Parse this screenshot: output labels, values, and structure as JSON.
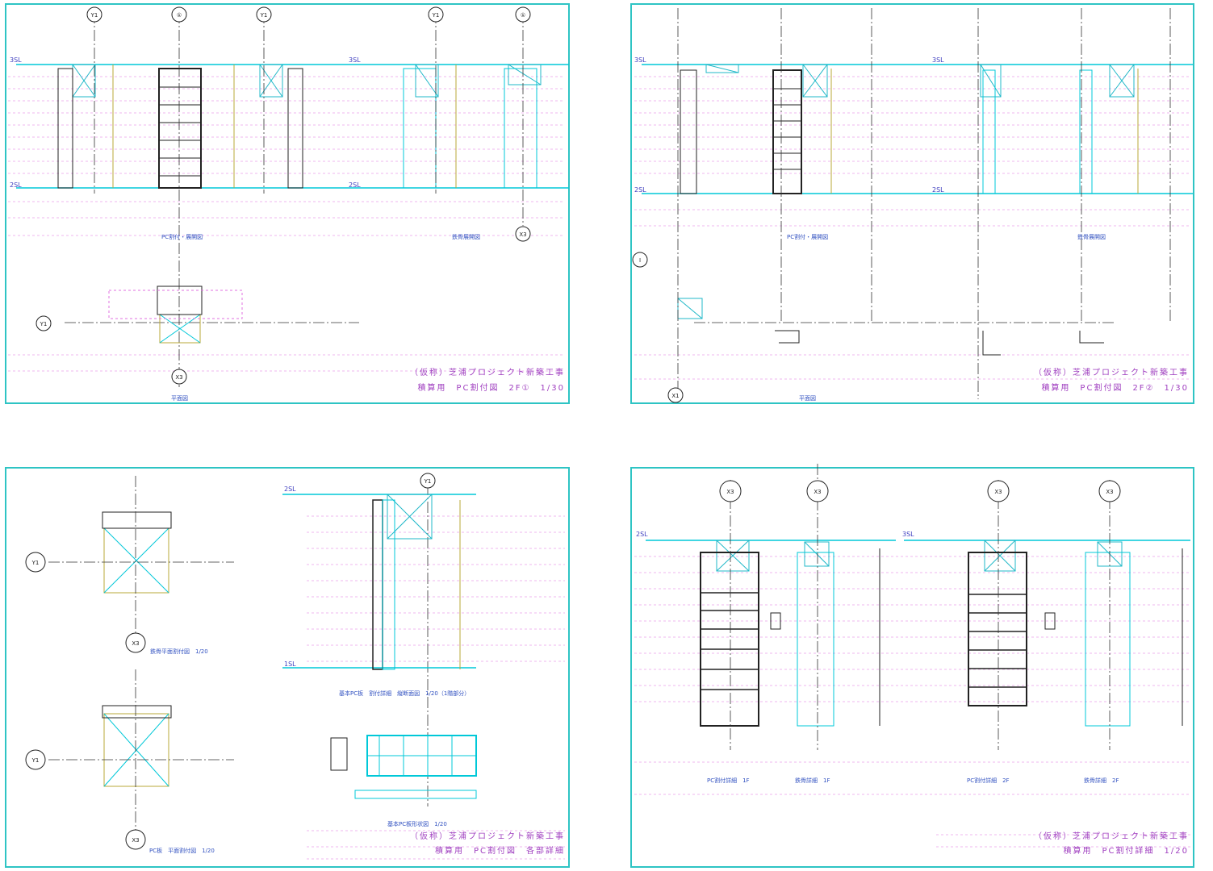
{
  "sheets": [
    {
      "id": "sheet-1",
      "project": "（仮称）芝浦プロジェクト新築工事",
      "title": "積算用　PC割付図　2F①　1/30",
      "labels": [
        "PC割付・展開図",
        "鉄骨展開図",
        "平面図"
      ],
      "levels": [
        "3SL",
        "2SL",
        "3SL",
        "2SL"
      ],
      "grids": [
        "Y1",
        "①",
        "Y1",
        "Y1",
        "①",
        "X3",
        "Y1",
        "X3"
      ]
    },
    {
      "id": "sheet-2",
      "project": "（仮称）芝浦プロジェクト新築工事",
      "title": "積算用　PC割付図　2F②　1/30",
      "labels": [
        "PC割付・展開図",
        "鉄骨展開図",
        "平面図"
      ],
      "levels": [
        "3SL",
        "2SL",
        "3SL",
        "2SL"
      ],
      "grids": [
        "I",
        "X1"
      ]
    },
    {
      "id": "sheet-3",
      "project": "（仮称）芝浦プロジェクト新築工事",
      "title": "積算用　PC割付図　各部詳細",
      "labels": [
        "鉄骨平面割付図　1/20",
        "PC板　平面割付図　1/20",
        "基本PC板　割付詳細　縦断面図　1/20（1階部分）",
        "基本PC板形状図　1/20"
      ],
      "levels": [
        "2SL",
        "1SL"
      ],
      "grids": [
        "Y1",
        "X3",
        "Y1",
        "X3",
        "Y1"
      ]
    },
    {
      "id": "sheet-4",
      "project": "（仮称）芝浦プロジェクト新築工事",
      "title": "積算用　PC割付詳細　1/20",
      "labels": [
        "PC割付詳細　1F",
        "鉄骨詳細　1F",
        "PC割付詳細　2F",
        "鉄骨詳細　2F"
      ],
      "levels": [
        "2SL",
        "3SL"
      ],
      "grids": [
        "X3",
        "X3",
        "X3",
        "X3"
      ]
    }
  ]
}
